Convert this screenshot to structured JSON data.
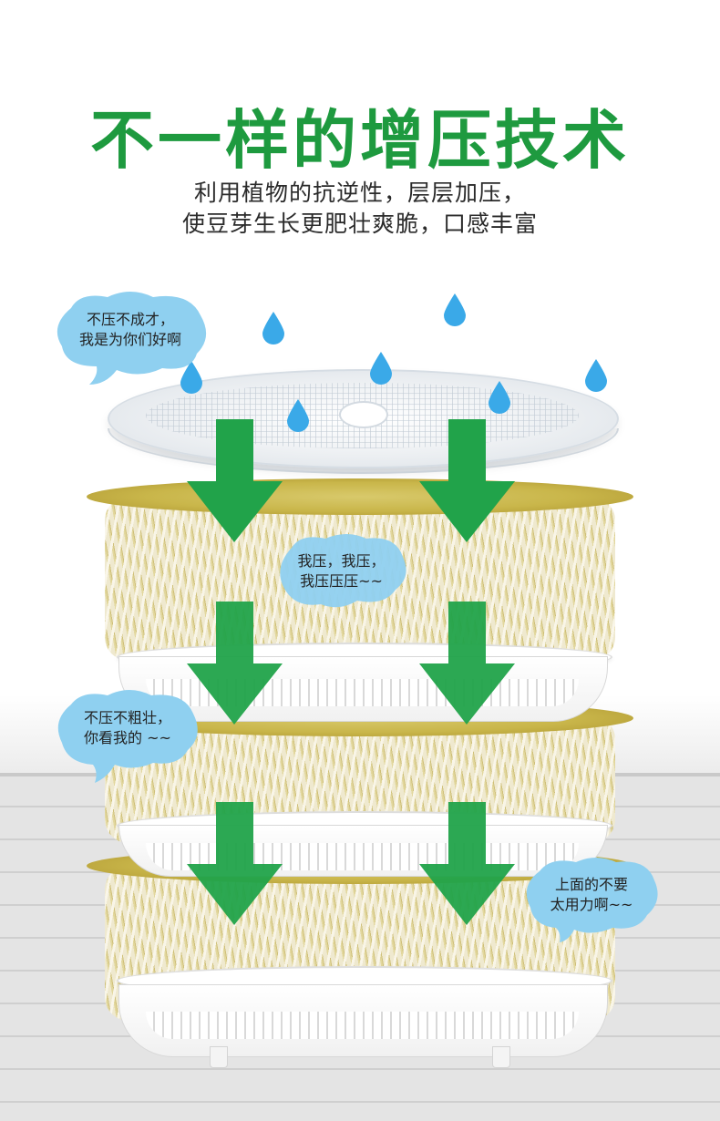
{
  "headline": "不一样的增压技术",
  "subtitle_lines": [
    "利用植物的抗逆性，层层加压，",
    "使豆芽生长更肥壮爽脆，口感丰富"
  ],
  "bubbles": [
    {
      "lines": [
        "不压不成才，",
        "我是为你们好啊"
      ]
    },
    {
      "lines": [
        "我压，我压，",
        "我压压压~~"
      ]
    },
    {
      "lines": [
        "不压不粗壮，",
        "你看我的 ~~"
      ]
    },
    {
      "lines": [
        "上面的不要",
        "太用力啊~~"
      ]
    }
  ],
  "colors": {
    "headline_green": "#1e9a3f",
    "arrow_green": "#21a34a",
    "bubble_blue": "#8fd0f0",
    "drop_blue": "#3aa9e8"
  },
  "icons": [
    "water-drop-icon",
    "down-arrow-icon"
  ]
}
